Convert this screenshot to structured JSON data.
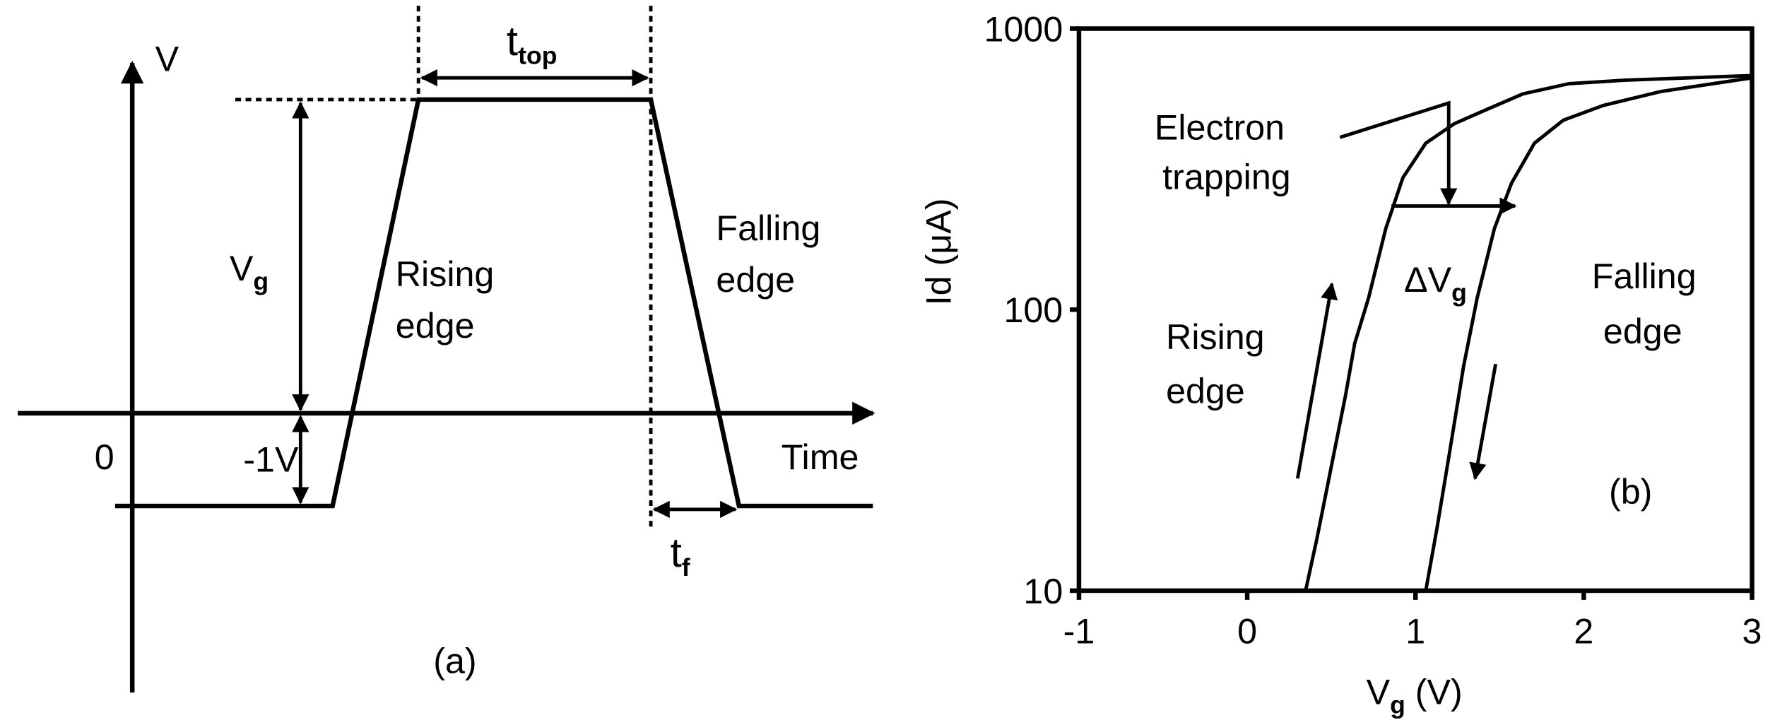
{
  "panel_a": {
    "y_axis_label": "V",
    "x_axis_label": "Time",
    "origin_label": "0",
    "vg_label": "V",
    "vg_sub": "g",
    "neg_label": "-1V",
    "ttop_label": "t",
    "ttop_sub": "top",
    "tf_label": "t",
    "tf_sub": "f",
    "rising_line1": "Rising",
    "rising_line2": "edge",
    "falling_line1": "Falling",
    "falling_line2": "edge",
    "panel_label": "(a)"
  },
  "chart_data": {
    "type": "line",
    "xlabel": "V",
    "xlabel_sub": "g",
    "xlabel_unit": " (V)",
    "ylabel": "Id (μA)",
    "xlim": [
      -1,
      3
    ],
    "ylim": [
      10,
      1000
    ],
    "yscale": "log",
    "x_ticks": [
      "-1",
      "0",
      "1",
      "2",
      "3"
    ],
    "y_ticks": [
      "10",
      "100",
      "1000"
    ],
    "series": [
      {
        "name": "Rising edge",
        "x": [
          0.347,
          0.415,
          0.483,
          0.585,
          0.639,
          0.721,
          0.823,
          0.925,
          1.061,
          1.231,
          1.435,
          1.639,
          1.912,
          2.252,
          3.0
        ],
        "y": [
          10,
          15.4,
          24.6,
          49.8,
          75.8,
          110,
          194,
          295,
          391,
          459,
          519,
          586,
          637,
          656,
          681
        ]
      },
      {
        "name": "Falling edge",
        "x": [
          1.061,
          1.129,
          1.197,
          1.286,
          1.367,
          1.469,
          1.571,
          1.707,
          1.878,
          2.116,
          2.456,
          3.0
        ],
        "y": [
          10,
          16.9,
          29.7,
          62.8,
          110,
          194,
          282,
          391,
          472,
          533,
          597,
          668
        ]
      }
    ],
    "annotations": {
      "electron_line1": "Electron",
      "electron_line2": "trapping",
      "delta_label": "ΔV",
      "delta_sub": "g",
      "rising_line1": "Rising",
      "rising_line2": "edge",
      "falling_line1": "Falling",
      "falling_line2": "edge",
      "panel_label": "(b)"
    }
  }
}
